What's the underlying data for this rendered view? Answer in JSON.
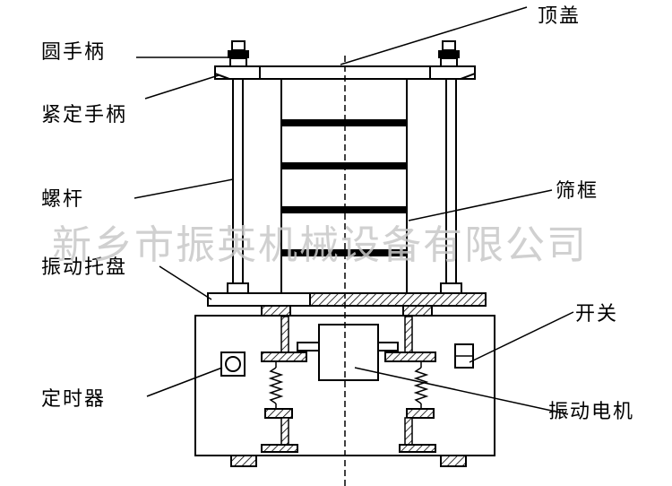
{
  "labels": {
    "top_cover": "顶盖",
    "round_handle": "圆手柄",
    "tighten_handle": "紧定手柄",
    "screw_rod": "螺杆",
    "sieve_frame": "筛框",
    "vibration_tray": "振动托盘",
    "switch": "开关",
    "timer": "定时器",
    "vibration_motor": "振动电机"
  },
  "watermark": "新乡市振英机械设备有限公司"
}
